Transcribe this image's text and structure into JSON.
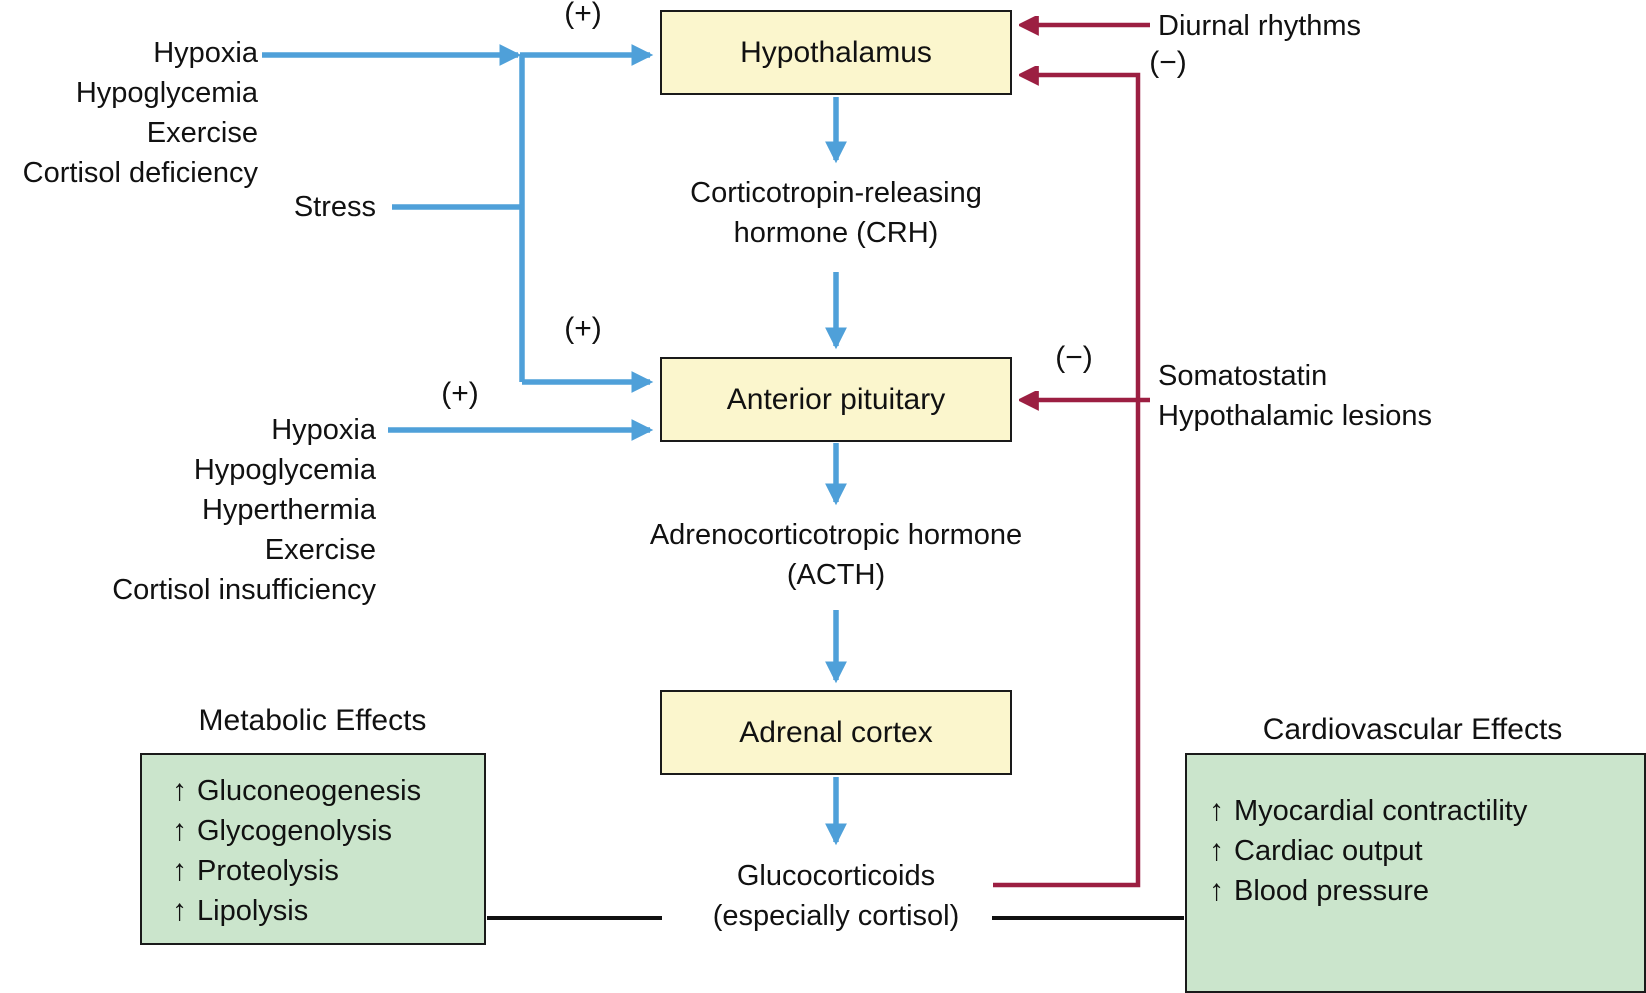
{
  "figure": {
    "boxes": {
      "hypothalamus": {
        "label": "Hypothalamus"
      },
      "anterior_pituitary": {
        "label": "Anterior pituitary"
      },
      "adrenal_cortex": {
        "label": "Adrenal cortex"
      }
    },
    "hormone_labels": {
      "crh": "Corticotropin-releasing\nhormone (CRH)",
      "acth": "Adrenocorticotropic hormone\n(ACTH)",
      "glucocorticoids": "Glucocorticoids\n(especially cortisol)"
    },
    "left_stimuli_hypothalamus": {
      "items": [
        "Hypoxia",
        "Hypoglycemia",
        "Exercise",
        "Cortisol deficiency"
      ]
    },
    "stress_label": "Stress",
    "left_stimuli_pituitary": {
      "items": [
        "Hypoxia",
        "Hypoglycemia",
        "Hyperthermia",
        "Exercise",
        "Cortisol insufficiency"
      ]
    },
    "signs": {
      "plus_hypothalamus": "(+)",
      "plus_pituitary_stress": "(+)",
      "plus_pituitary_stimuli": "(+)",
      "minus_feedback_top": "(−)",
      "minus_somatostatin": "(−)"
    },
    "right_inputs": {
      "diurnal": "Diurnal rhythms",
      "somatostatin_block": "Somatostatin\nHypothalamic lesions"
    },
    "effects": {
      "metabolic": {
        "title": "Metabolic Effects",
        "increase_icon": "↑",
        "items": [
          "Gluconeogenesis",
          "Glycogenolysis",
          "Proteolysis",
          "Lipolysis"
        ]
      },
      "cardiovascular": {
        "title": "Cardiovascular Effects",
        "increase_icon": "↑",
        "items": [
          "Myocardial contractility",
          "Cardiac output",
          "Blood pressure"
        ]
      }
    },
    "colors": {
      "node_box_fill": "#FBF6CD",
      "effects_box_fill": "#CBE5CC",
      "stimulatory_arrow": "#4FA0D9",
      "inhibitory_arrow": "#9C1F42",
      "connector_line": "#111111"
    }
  }
}
